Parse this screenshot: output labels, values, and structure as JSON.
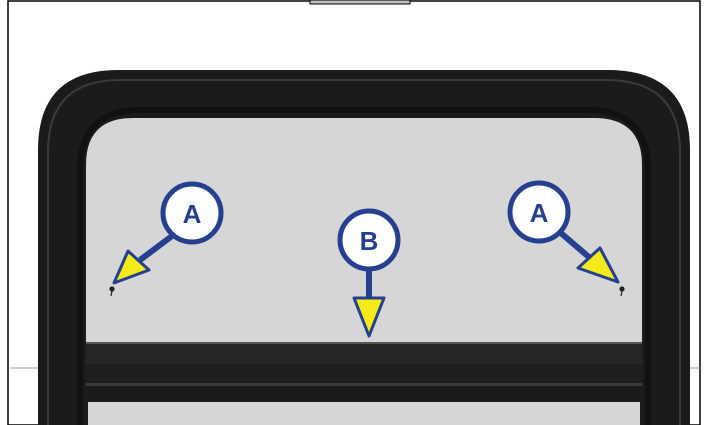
{
  "callouts": [
    {
      "label": "A"
    },
    {
      "label": "B"
    },
    {
      "label": "A"
    }
  ],
  "colors": {
    "frame": "#1b1b1b",
    "frame_inner": "#2a2a2a",
    "glass": "#d6d6d6",
    "callout_stroke": "#24408f",
    "arrow_fill": "#f4ea1a",
    "page_border": "#000000",
    "screw": "#222222"
  }
}
